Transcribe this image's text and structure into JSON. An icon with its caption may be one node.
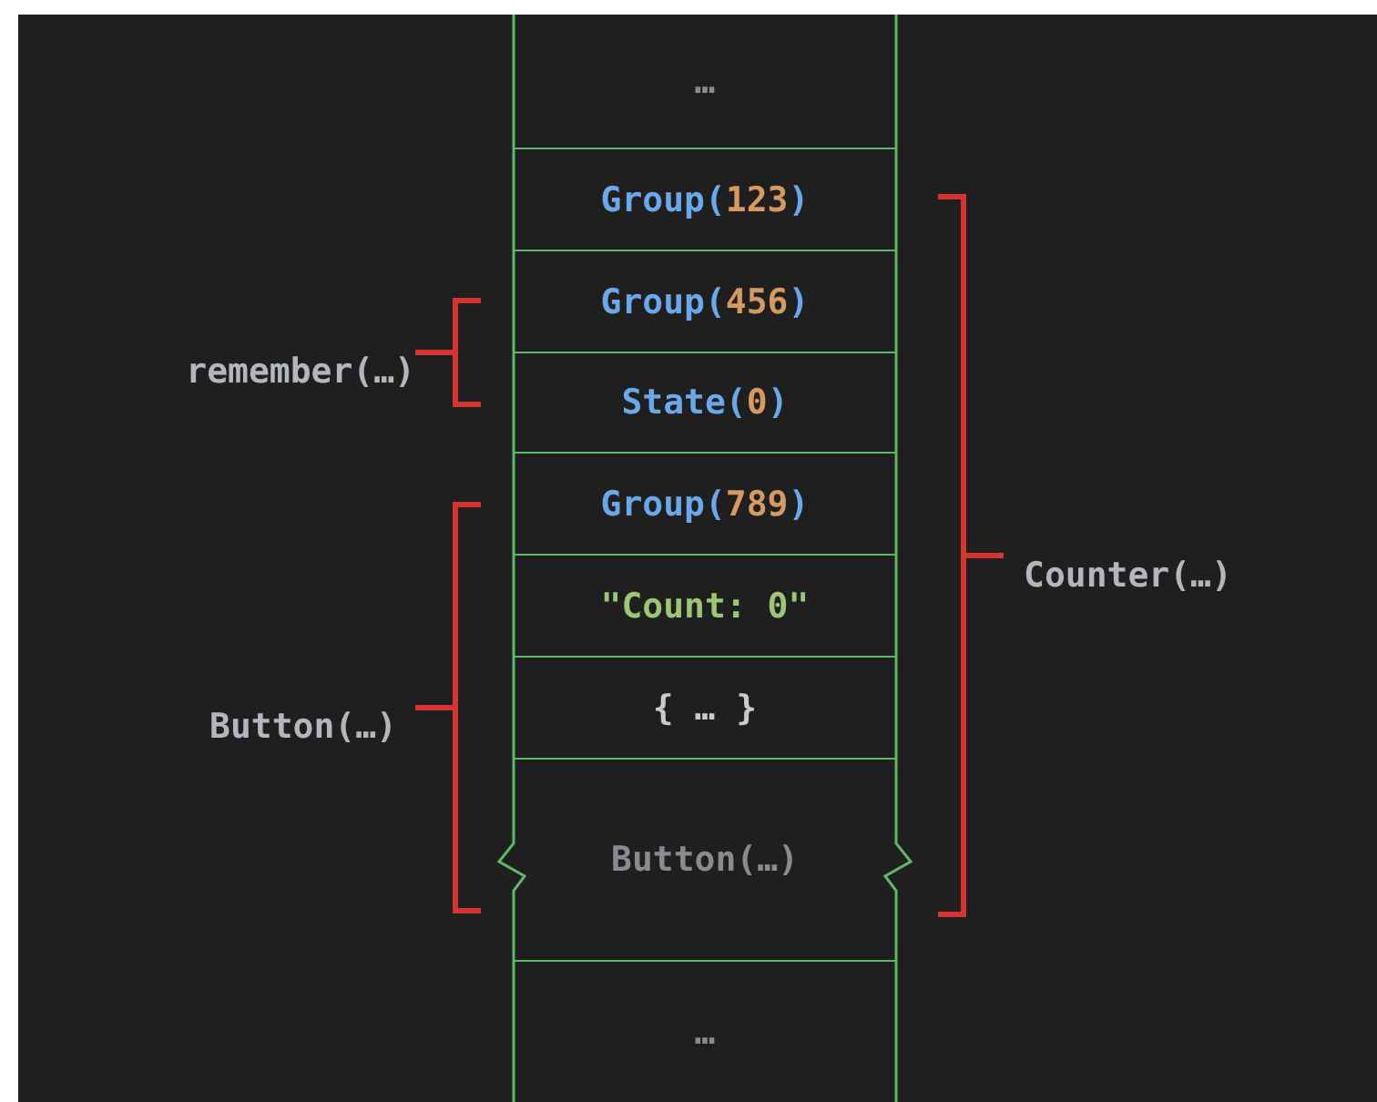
{
  "diagram": {
    "nodes": [
      {
        "text": [
          "…"
        ]
      },
      {
        "text": [
          "Group(123)"
        ]
      },
      {
        "text": [
          "Group(456)"
        ]
      },
      {
        "text": [
          "State(0)"
        ]
      },
      {
        "text": [
          "Group(789)"
        ]
      },
      {
        "text": [
          "\"Count: 0\""
        ]
      },
      {
        "text": [
          "{ … }"
        ]
      },
      {
        "text": [
          "Button(…)"
        ]
      },
      {
        "text": [
          "…"
        ]
      }
    ],
    "labels": [
      "remember(…)",
      "Button(…)",
      "Counter(…)"
    ]
  }
}
